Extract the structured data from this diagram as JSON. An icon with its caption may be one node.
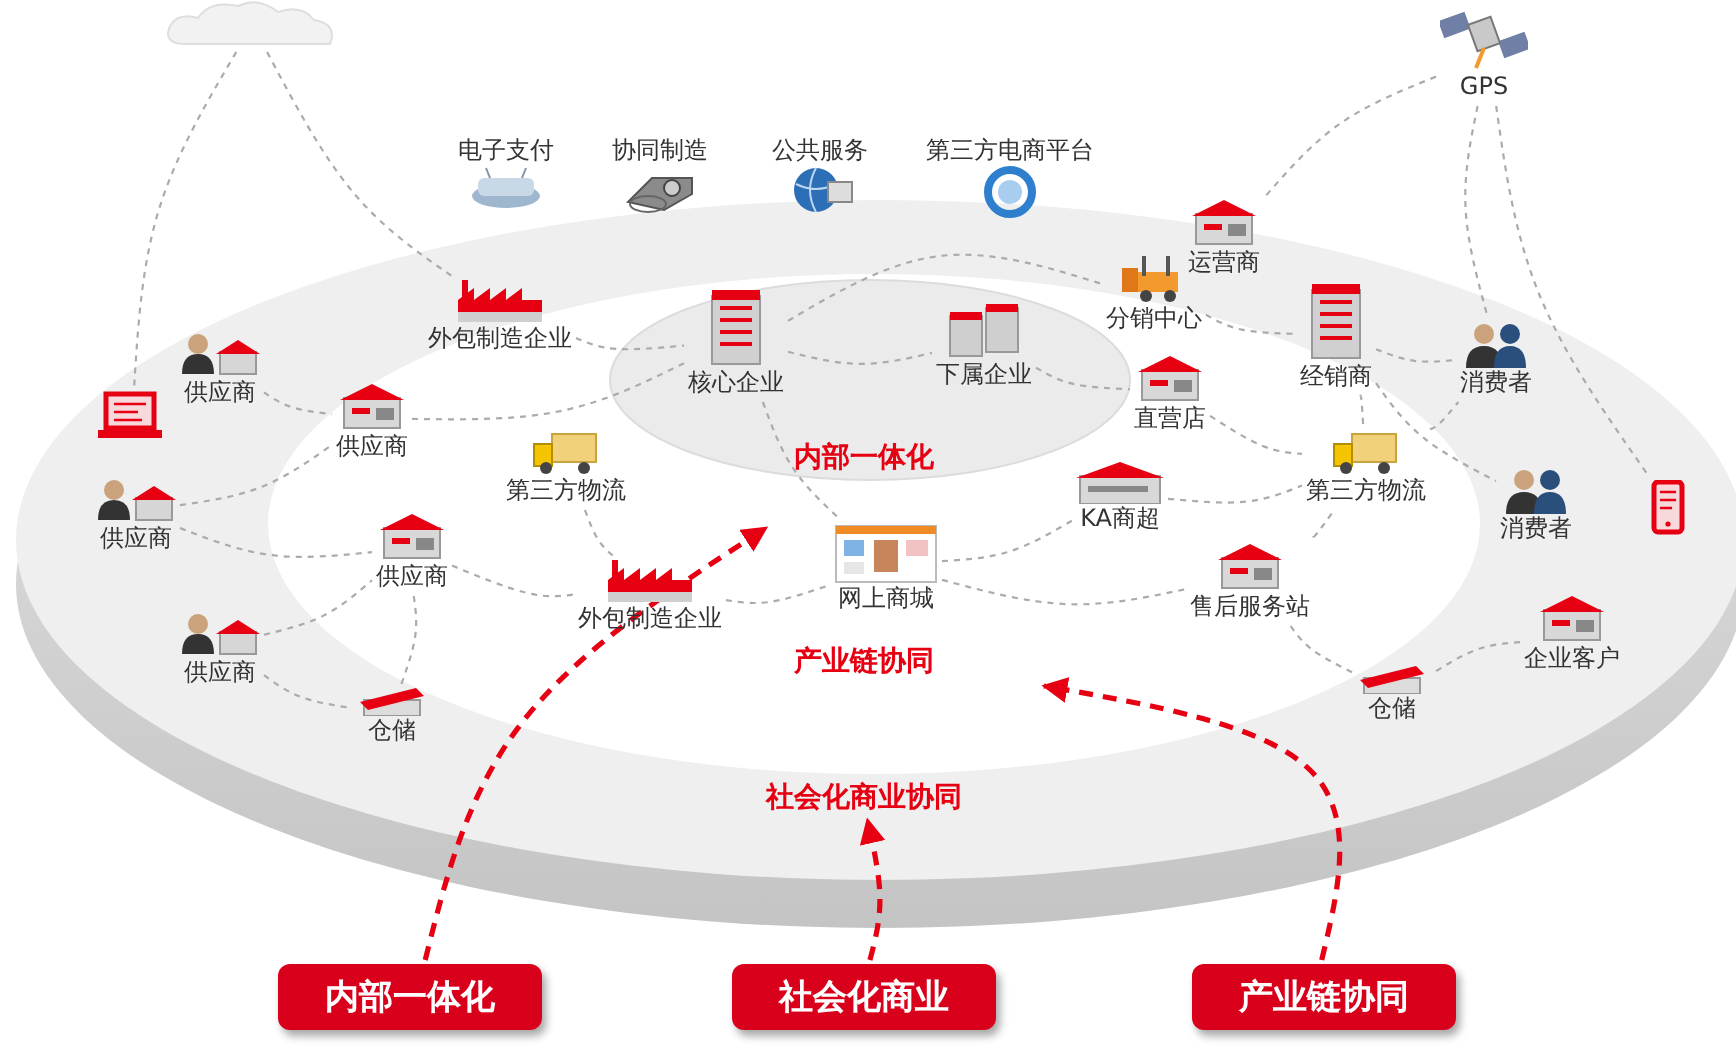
{
  "diagram": {
    "nodes": [
      {
        "text": [],
        "shape": "cloud"
      },
      {
        "text": [
          "电子支付"
        ]
      },
      {
        "text": [
          "协同制造"
        ]
      },
      {
        "text": [
          "公共服务"
        ]
      },
      {
        "text": [
          "第三方电商平台"
        ]
      },
      {
        "text": [
          "GPS"
        ]
      },
      {
        "text": [
          "运营商"
        ]
      },
      {
        "text": [],
        "shape": "picture"
      },
      {
        "text": [
          "外包制造企业"
        ]
      },
      {
        "text": [
          "核心企业"
        ]
      },
      {
        "text": [
          "下属企业"
        ]
      },
      {
        "text": [
          "分销中心"
        ]
      },
      {
        "text": [
          "经销商"
        ]
      },
      {
        "text": [
          "消费者"
        ]
      },
      {
        "text": [
          "供应商"
        ]
      },
      {
        "text": [
          "供应商"
        ]
      },
      {
        "text": [
          "供应商"
        ]
      },
      {
        "text": [
          "第三方物流"
        ]
      },
      {
        "text": [
          "直营店"
        ]
      },
      {
        "text": [
          "第三方物流"
        ]
      },
      {
        "text": [
          "消费者"
        ]
      },
      {
        "text": [],
        "shape": "picture"
      },
      {
        "text": [
          "供应商"
        ]
      },
      {
        "text": [
          "外包制造企业"
        ]
      },
      {
        "text": [
          "网上商城"
        ]
      },
      {
        "text": [
          "KA商超"
        ]
      },
      {
        "text": [
          "供应商"
        ]
      },
      {
        "text": [
          "售后服务站"
        ]
      },
      {
        "text": [
          "企业客户"
        ]
      },
      {
        "text": [
          "仓储"
        ]
      },
      {
        "text": [
          "仓储"
        ]
      },
      {
        "text": [
          "内部一体化"
        ]
      },
      {
        "text": [
          "社会化商业"
        ]
      },
      {
        "text": [
          "产业链协同"
        ]
      },
      {
        "text": [
          "社会化商业协同"
        ]
      }
    ],
    "edges": [
      {
        "from": 0,
        "to": 7,
        "arrow": "none"
      },
      {
        "from": 0,
        "to": 8,
        "arrow": "none"
      },
      {
        "from": 5,
        "to": 6,
        "arrow": "none"
      },
      {
        "from": 5,
        "to": 13,
        "arrow": "none"
      },
      {
        "from": 5,
        "to": 21,
        "arrow": "none"
      },
      {
        "from": 8,
        "to": 9,
        "arrow": "none"
      },
      {
        "from": 15,
        "to": 9,
        "arrow": "none"
      },
      {
        "from": 14,
        "to": 15,
        "arrow": "none"
      },
      {
        "from": 16,
        "to": 15,
        "arrow": "none"
      },
      {
        "from": 16,
        "to": 22,
        "arrow": "none"
      },
      {
        "from": 26,
        "to": 22,
        "arrow": "none"
      },
      {
        "from": 22,
        "to": 23,
        "arrow": "none"
      },
      {
        "from": 17,
        "to": 23,
        "arrow": "none"
      },
      {
        "from": 29,
        "to": 22,
        "arrow": "none"
      },
      {
        "from": 26,
        "to": 29,
        "arrow": "none"
      },
      {
        "from": 9,
        "to": 10,
        "arrow": "none"
      },
      {
        "from": 9,
        "to": 11,
        "arrow": "none"
      },
      {
        "from": 9,
        "to": 24,
        "arrow": "none"
      },
      {
        "from": 11,
        "to": 12,
        "arrow": "none"
      },
      {
        "from": 10,
        "to": 18,
        "arrow": "none"
      },
      {
        "from": 12,
        "to": 13,
        "arrow": "none"
      },
      {
        "from": 12,
        "to": 20,
        "arrow": "none"
      },
      {
        "from": 19,
        "to": 12,
        "arrow": "none"
      },
      {
        "from": 18,
        "to": 19,
        "arrow": "none"
      },
      {
        "from": 25,
        "to": 19,
        "arrow": "none"
      },
      {
        "from": 24,
        "to": 25,
        "arrow": "none"
      },
      {
        "from": 27,
        "to": 19,
        "arrow": "none"
      },
      {
        "from": 27,
        "to": 30,
        "arrow": "none"
      },
      {
        "from": 28,
        "to": 30,
        "arrow": "none"
      },
      {
        "from": 19,
        "to": 13,
        "arrow": "none"
      },
      {
        "from": 23,
        "to": 24,
        "arrow": "none"
      },
      {
        "from": 24,
        "to": 27,
        "arrow": "none"
      },
      {
        "from": 31,
        "to": null,
        "arrow": "to",
        "style": "dashed",
        "color": "#e60012"
      },
      {
        "from": 32,
        "to": 34,
        "arrow": "to",
        "style": "dashed",
        "color": "#e60012"
      },
      {
        "from": 33,
        "to": null,
        "arrow": "to",
        "style": "dashed",
        "color": "#e60012"
      }
    ],
    "labels": [
      "内部一体化",
      "产业链协同"
    ]
  }
}
